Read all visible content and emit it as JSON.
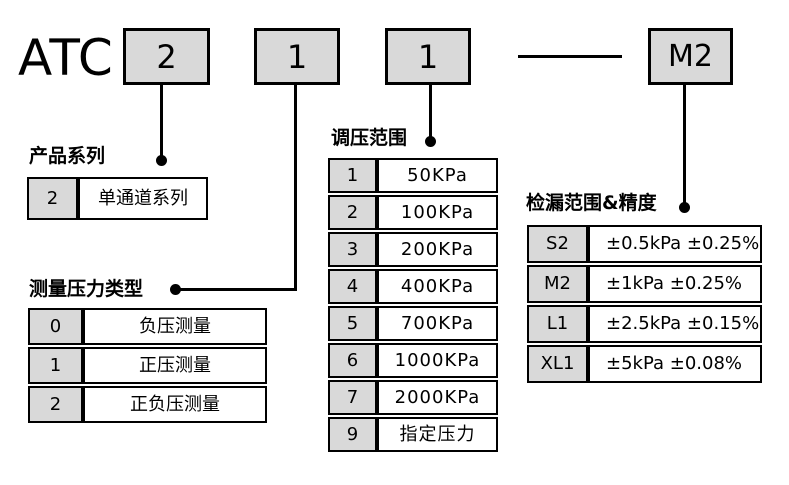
{
  "product_code": {
    "prefix": "ATC",
    "separator": "—",
    "boxes": [
      "2",
      "1",
      "1",
      "M2"
    ]
  },
  "sections": {
    "series": {
      "heading": "产品系列",
      "rows": [
        {
          "code": "2",
          "value": "单通道系列"
        }
      ]
    },
    "pressure_type": {
      "heading": "测量压力类型",
      "rows": [
        {
          "code": "0",
          "value": "负压测量"
        },
        {
          "code": "1",
          "value": "正压测量"
        },
        {
          "code": "2",
          "value": "正负压测量"
        }
      ]
    },
    "regulation_range": {
      "heading": "调压范围",
      "rows": [
        {
          "code": "1",
          "value": "50KPa"
        },
        {
          "code": "2",
          "value": "100KPa"
        },
        {
          "code": "3",
          "value": "200KPa"
        },
        {
          "code": "4",
          "value": "400KPa"
        },
        {
          "code": "5",
          "value": "700KPa"
        },
        {
          "code": "6",
          "value": "1000KPa"
        },
        {
          "code": "7",
          "value": "2000KPa"
        },
        {
          "code": "9",
          "value": "指定压力"
        }
      ]
    },
    "leak_range_accuracy": {
      "heading": "检漏范围&精度",
      "rows": [
        {
          "code": "S2",
          "value": "±0.5kPa ±0.25%"
        },
        {
          "code": "M2",
          "value": "±1kPa ±0.25%"
        },
        {
          "code": "L1",
          "value": "±2.5kPa ±0.15%"
        },
        {
          "code": "XL1",
          "value": "±5kPa ±0.08%"
        }
      ]
    }
  },
  "colors": {
    "background": "#ffffff",
    "box_fill": "#d9d9d9",
    "code_cell_fill": "#d9d9d9",
    "line": "#000000"
  }
}
